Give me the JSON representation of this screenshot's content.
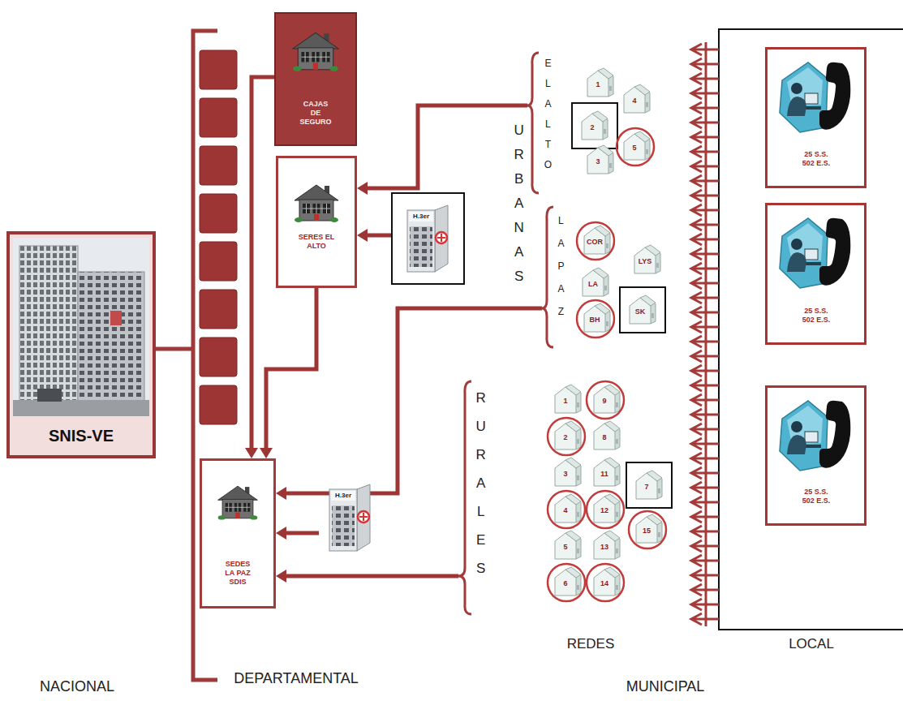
{
  "diagram": {
    "nodes": [
      {
        "text": [
          "SNIS-VE"
        ]
      },
      {
        "text": [
          "CAJAS DE SEGURO"
        ]
      },
      {
        "text": [
          "SERES EL ALTO"
        ]
      },
      {
        "text": [
          "H.3er"
        ]
      },
      {
        "text": [
          "SEDES LA PAZ SDIS"
        ]
      },
      {
        "text": [
          "H.3er"
        ]
      },
      {
        "text": [
          "EL ALTO"
        ]
      },
      {
        "text": [
          "1"
        ],
        "in": 6
      },
      {
        "text": [
          "4"
        ],
        "in": 6
      },
      {
        "text": [
          "2"
        ],
        "in": 6
      },
      {
        "text": [
          "5"
        ],
        "in": 6
      },
      {
        "text": [
          "3"
        ],
        "in": 6
      },
      {
        "text": [
          "LA PAZ"
        ]
      },
      {
        "text": [
          "COR"
        ],
        "in": 12
      },
      {
        "text": [
          "LYS"
        ],
        "in": 12
      },
      {
        "text": [
          "LA"
        ],
        "in": 12
      },
      {
        "text": [
          "SK"
        ],
        "in": 12
      },
      {
        "text": [
          "BH"
        ],
        "in": 12
      },
      {
        "text": [
          "RURALES"
        ]
      },
      {
        "text": [
          "1"
        ],
        "in": 18
      },
      {
        "text": [
          "9"
        ],
        "in": 18
      },
      {
        "text": [
          "2"
        ],
        "in": 18
      },
      {
        "text": [
          "8"
        ],
        "in": 18
      },
      {
        "text": [
          "3"
        ],
        "in": 18
      },
      {
        "text": [
          "11"
        ],
        "in": 18
      },
      {
        "text": [
          "7"
        ],
        "in": 18
      },
      {
        "text": [
          "4"
        ],
        "in": 18
      },
      {
        "text": [
          "12"
        ],
        "in": 18
      },
      {
        "text": [
          "15"
        ],
        "in": 18
      },
      {
        "text": [
          "5"
        ],
        "in": 18
      },
      {
        "text": [
          "13"
        ],
        "in": 18
      },
      {
        "text": [
          "6"
        ],
        "in": 18
      },
      {
        "text": [
          "14"
        ],
        "in": 18
      },
      {
        "text": [
          "25 S.S. 502 E.S."
        ]
      },
      {
        "text": [
          "25 S.S. 502 E.S."
        ]
      },
      {
        "text": [
          "25 S.S. 502 E.S."
        ]
      }
    ],
    "edges": [
      {
        "from": 6,
        "to": 2,
        "arrow": "to"
      },
      {
        "from": 3,
        "to": 2,
        "arrow": "to"
      },
      {
        "from": 2,
        "to": 4,
        "arrow": "to"
      },
      {
        "from": 1,
        "to": 4,
        "arrow": "to"
      },
      {
        "from": 12,
        "to": 4,
        "arrow": "to"
      },
      {
        "from": 5,
        "to": 4,
        "arrow": "to"
      },
      {
        "from": 18,
        "to": 4,
        "arrow": "to"
      }
    ],
    "labels": [
      "URBANAS",
      "REDES",
      "LOCAL",
      "NACIONAL",
      "DEPARTAMENTAL",
      "MUNICIPAL"
    ]
  }
}
